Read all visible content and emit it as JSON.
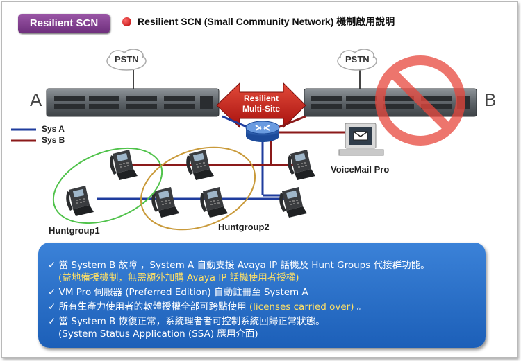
{
  "badge": "Resilient SCN",
  "header": "Resilient SCN (Small Community Network) 機制啟用說明",
  "sites": {
    "a": "A",
    "b": "B"
  },
  "pstn_left": "PSTN",
  "pstn_right": "PSTN",
  "resilient_arrow": {
    "line1": "Resilient",
    "line2": "Multi-Site"
  },
  "legend": [
    {
      "label": "Sys A",
      "color": "#1f3c9e"
    },
    {
      "label": "Sys B",
      "color": "#8b1a1a"
    }
  ],
  "voicemail_label": "VoiceMail Pro",
  "huntgroups": [
    "Huntgroup1",
    "Huntgroup2"
  ],
  "info": [
    {
      "check": "✓",
      "text": "當 System B 故障 ，System A 自動支援 Avaya IP 話機及 Hunt Groups 代接群功能。",
      "highlight": ""
    },
    {
      "check": "",
      "text": "",
      "highlight": "(益地備援機制，無需額外加購 Avaya IP 話機使用者授權)"
    },
    {
      "check": "✓",
      "text": "VM Pro 伺服器 (Preferred Edition) 自動註冊至 System A",
      "highlight": ""
    },
    {
      "check": "✓",
      "text": "所有生產力使用者的軟體授權全部可跨點使用 ",
      "highlight": "(licenses carried over)",
      "tail": " 。"
    },
    {
      "check": "✓",
      "text": "當 System B 恢復正常，系統理者者可控制系統回歸正常狀態。",
      "highlight": ""
    },
    {
      "check": "",
      "text": "(System Status Application (SSA) 應用介面)",
      "highlight": ""
    }
  ],
  "colors": {
    "sysA": "#1f3c9e",
    "sysB": "#8b1a1a",
    "box": "#2a6fc9",
    "badge": "#7b3a8a",
    "prohibit": "#e8473d"
  }
}
